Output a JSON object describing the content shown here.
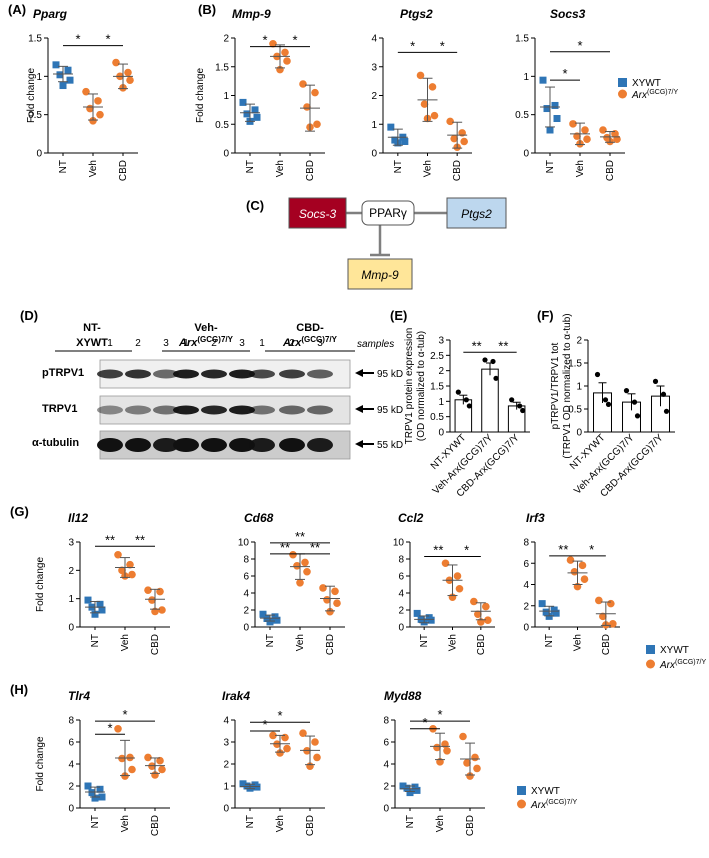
{
  "colors": {
    "wt": "#2e75b6",
    "arx": "#ed7d31",
    "socs3_box": "#a50021",
    "ptgs2_box": "#bdd7ee",
    "mmp9_box": "#ffe699",
    "arrow_gray": "#7f7f7f"
  },
  "legend": {
    "wt_label": "XYWT",
    "arx_label": "Arx",
    "arx_sup": "(GCG)7/Y"
  },
  "common": {
    "fold_change": "Fold change",
    "groups": [
      "NT",
      "Veh",
      "CBD"
    ],
    "star": "*",
    "double_star": "**"
  },
  "panels": {
    "A": {
      "label": "(A)"
    },
    "B": {
      "label": "(B)"
    },
    "C": {
      "label": "(C)"
    },
    "D": {
      "label": "(D)"
    },
    "E": {
      "label": "(E)"
    },
    "F": {
      "label": "(F)"
    },
    "G": {
      "label": "(G)"
    },
    "H": {
      "label": "(H)"
    }
  },
  "diagram": {
    "center": "PPARγ",
    "left": "Socs-3",
    "right": "Ptgs2",
    "bottom": "Mmp-9"
  },
  "blot": {
    "groups": [
      {
        "line1": "NT-",
        "line2": "XYWT"
      },
      {
        "line1": "Veh-",
        "line2": "Arx",
        "sup": "(GCG)7/Y"
      },
      {
        "line1": "CBD-",
        "line2": "Arx",
        "sup": "(GCG)7/Y"
      }
    ],
    "lane_numbers": [
      "1",
      "2",
      "3",
      "1",
      "2",
      "3",
      "1",
      "2",
      "3"
    ],
    "samples_label": "samples",
    "rows": [
      {
        "name": "pTRPV1",
        "size": "95 kD"
      },
      {
        "name": "TRPV1",
        "size": "95 kD"
      },
      {
        "name": "α-tubulin",
        "size": "55 kD"
      }
    ]
  },
  "chart_data": [
    {
      "id": "A",
      "type": "scatter",
      "title": "Pparg",
      "ylabel": "Fold change",
      "categories": [
        "NT",
        "Veh",
        "CBD"
      ],
      "ylim": [
        0,
        1.5
      ],
      "yticks": [
        0,
        0.5,
        1,
        1.5
      ],
      "tick_labels": [
        "0",
        "0.5",
        "1",
        "1.5"
      ],
      "groups": [
        {
          "points": [
            1.15,
            1.08,
            1.02,
            0.95,
            0.88
          ],
          "mean": 1.03,
          "sd": 0.1
        },
        {
          "points": [
            0.8,
            0.68,
            0.58,
            0.5,
            0.42
          ],
          "mean": 0.6,
          "sd": 0.17
        },
        {
          "points": [
            1.18,
            1.05,
            1.0,
            0.95,
            0.85
          ],
          "mean": 1.0,
          "sd": 0.16
        }
      ],
      "sig": [
        {
          "from": 0,
          "to": 1,
          "text": "*",
          "y": 1.4
        },
        {
          "from": 1,
          "to": 2,
          "text": "*",
          "y": 1.4
        }
      ]
    },
    {
      "id": "B1",
      "type": "scatter",
      "title": "Mmp-9",
      "ylabel": "Fold change",
      "categories": [
        "NT",
        "Veh",
        "CBD"
      ],
      "ylim": [
        0,
        2
      ],
      "yticks": [
        0,
        0.5,
        1,
        1.5,
        2
      ],
      "tick_labels": [
        "0",
        "0.5",
        "1",
        "1.5",
        "2"
      ],
      "groups": [
        {
          "points": [
            0.88,
            0.75,
            0.68,
            0.62,
            0.55
          ],
          "mean": 0.7,
          "sd": 0.15
        },
        {
          "points": [
            1.9,
            1.75,
            1.68,
            1.6,
            1.45
          ],
          "mean": 1.68,
          "sd": 0.2
        },
        {
          "points": [
            1.2,
            1.05,
            0.8,
            0.5,
            0.45
          ],
          "mean": 0.78,
          "sd": 0.4
        }
      ],
      "sig": [
        {
          "from": 0,
          "to": 1,
          "text": "*",
          "y": 1.85
        },
        {
          "from": 1,
          "to": 2,
          "text": "*",
          "y": 1.85
        }
      ]
    },
    {
      "id": "B2",
      "type": "scatter",
      "title": "Ptgs2",
      "ylabel": "",
      "categories": [
        "NT",
        "Veh",
        "CBD"
      ],
      "ylim": [
        0,
        4
      ],
      "yticks": [
        0,
        1,
        2,
        3,
        4
      ],
      "tick_labels": [
        "0",
        "1",
        "2",
        "3",
        "4"
      ],
      "groups": [
        {
          "points": [
            0.9,
            0.55,
            0.45,
            0.4,
            0.35
          ],
          "mean": 0.55,
          "sd": 0.28
        },
        {
          "points": [
            2.7,
            2.3,
            1.7,
            1.3,
            1.2
          ],
          "mean": 1.85,
          "sd": 0.75
        },
        {
          "points": [
            1.1,
            0.7,
            0.5,
            0.4,
            0.2
          ],
          "mean": 0.62,
          "sd": 0.45
        }
      ],
      "sig": [
        {
          "from": 0,
          "to": 1,
          "text": "*",
          "y": 3.5
        },
        {
          "from": 1,
          "to": 2,
          "text": "*",
          "y": 3.5
        }
      ]
    },
    {
      "id": "B3",
      "type": "scatter",
      "title": "Socs3",
      "ylabel": "",
      "categories": [
        "NT",
        "Veh",
        "CBD"
      ],
      "ylim": [
        0,
        1.5
      ],
      "yticks": [
        0,
        0.5,
        1,
        1.5
      ],
      "tick_labels": [
        "0",
        "0.5",
        "1",
        "1.5"
      ],
      "groups": [
        {
          "points": [
            0.95,
            0.62,
            0.58,
            0.45,
            0.3
          ],
          "mean": 0.6,
          "sd": 0.26
        },
        {
          "points": [
            0.38,
            0.3,
            0.22,
            0.18,
            0.12
          ],
          "mean": 0.25,
          "sd": 0.14
        },
        {
          "points": [
            0.3,
            0.25,
            0.2,
            0.18,
            0.15
          ],
          "mean": 0.21,
          "sd": 0.07
        }
      ],
      "sig": [
        {
          "from": 0,
          "to": 1,
          "text": "*",
          "y": 0.95
        },
        {
          "from": 0,
          "to": 2,
          "text": "*",
          "y": 1.32
        }
      ]
    },
    {
      "id": "E",
      "type": "bar",
      "ylabel_line1": "TRPV1 protein expression",
      "ylabel_line2": "(OD normalized to α-tub)",
      "categories": [
        "NT-XYWT",
        "Veh-Arx(GCG)7/Y",
        "CBD-Arx(GCG)7/Y"
      ],
      "ylim": [
        0,
        3
      ],
      "yticks": [
        0,
        0.5,
        1,
        1.5,
        2,
        2.5,
        3
      ],
      "tick_labels": [
        "0",
        "0.5",
        "1",
        "1.5",
        "2",
        "2.5",
        "3"
      ],
      "values": [
        1.05,
        2.05,
        0.85
      ],
      "errors": [
        0.15,
        0.2,
        0.12
      ],
      "points": [
        [
          1.3,
          1.05,
          0.85
        ],
        [
          2.35,
          2.3,
          1.75
        ],
        [
          1.05,
          0.85,
          0.7
        ]
      ],
      "sig": [
        {
          "from": 0,
          "to": 1,
          "text": "**",
          "y": 2.6
        },
        {
          "from": 1,
          "to": 2,
          "text": "**",
          "y": 2.6
        }
      ]
    },
    {
      "id": "F",
      "type": "bar",
      "ylabel_line1": "pTRPV1/TRPV1 tot",
      "ylabel_line2": "(TRPV1 OD normalized to α-tub)",
      "categories": [
        "NT-XYWT",
        "Veh-Arx(GCG)7/Y",
        "CBD-Arx(GCG)7/Y"
      ],
      "ylim": [
        0,
        2
      ],
      "yticks": [
        0,
        0.5,
        1,
        1.5,
        2
      ],
      "tick_labels": [
        "0",
        "0.5",
        "1",
        "1.5",
        "2"
      ],
      "values": [
        0.85,
        0.65,
        0.78
      ],
      "errors": [
        0.22,
        0.18,
        0.22
      ],
      "points": [
        [
          1.25,
          0.7,
          0.6
        ],
        [
          0.9,
          0.65,
          0.35
        ],
        [
          1.1,
          0.82,
          0.45
        ]
      ],
      "sig": []
    },
    {
      "id": "G1",
      "type": "scatter",
      "title": "Il12",
      "ylabel": "Fold change",
      "categories": [
        "NT",
        "Veh",
        "CBD"
      ],
      "ylim": [
        0,
        3
      ],
      "yticks": [
        0,
        1,
        2,
        3
      ],
      "tick_labels": [
        "0",
        "1",
        "2",
        "3"
      ],
      "groups": [
        {
          "points": [
            0.95,
            0.8,
            0.7,
            0.6,
            0.45
          ],
          "mean": 0.7,
          "sd": 0.2
        },
        {
          "points": [
            2.55,
            2.2,
            2.0,
            1.85,
            1.8
          ],
          "mean": 2.1,
          "sd": 0.35
        },
        {
          "points": [
            1.3,
            1.25,
            0.95,
            0.6,
            0.55
          ],
          "mean": 0.98,
          "sd": 0.35
        }
      ],
      "sig": [
        {
          "from": 0,
          "to": 1,
          "text": "**",
          "y": 2.85
        },
        {
          "from": 1,
          "to": 2,
          "text": "**",
          "y": 2.85
        }
      ]
    },
    {
      "id": "G2",
      "type": "scatter",
      "title": "Cd68",
      "ylabel": "",
      "categories": [
        "NT",
        "Veh",
        "CBD"
      ],
      "ylim": [
        0,
        10
      ],
      "yticks": [
        0,
        2,
        4,
        6,
        8,
        10
      ],
      "tick_labels": [
        "0",
        "2",
        "4",
        "6",
        "8",
        "10"
      ],
      "groups": [
        {
          "points": [
            1.5,
            1.2,
            1.0,
            0.8,
            0.6
          ],
          "mean": 1.05,
          "sd": 0.35
        },
        {
          "points": [
            8.5,
            7.6,
            7.2,
            6.5,
            5.2
          ],
          "mean": 7.1,
          "sd": 1.5
        },
        {
          "points": [
            4.6,
            4.2,
            3.2,
            2.8,
            1.8
          ],
          "mean": 3.35,
          "sd": 1.45
        }
      ],
      "sig": [
        {
          "from": 0,
          "to": 1,
          "text": "**",
          "y": 8.6
        },
        {
          "from": 1,
          "to": 2,
          "text": "**",
          "y": 8.6
        },
        {
          "from": 0,
          "to": 2,
          "text": "**",
          "y": 9.9
        }
      ]
    },
    {
      "id": "G3",
      "type": "scatter",
      "title": "Ccl2",
      "ylabel": "",
      "categories": [
        "NT",
        "Veh",
        "CBD"
      ],
      "ylim": [
        0,
        10
      ],
      "yticks": [
        0,
        2,
        4,
        6,
        8,
        10
      ],
      "tick_labels": [
        "0",
        "2",
        "4",
        "6",
        "8",
        "10"
      ],
      "groups": [
        {
          "points": [
            1.6,
            1.1,
            0.9,
            0.8,
            0.6
          ],
          "mean": 0.9,
          "sd": 0.4
        },
        {
          "points": [
            7.5,
            6.0,
            5.5,
            4.5,
            3.5
          ],
          "mean": 5.5,
          "sd": 1.8
        },
        {
          "points": [
            3.0,
            2.4,
            1.5,
            0.8,
            0.6
          ],
          "mean": 1.85,
          "sd": 1.0
        }
      ],
      "sig": [
        {
          "from": 0,
          "to": 1,
          "text": "**",
          "y": 8.3
        },
        {
          "from": 1,
          "to": 2,
          "text": "*",
          "y": 8.3
        }
      ]
    },
    {
      "id": "G4",
      "type": "scatter",
      "title": "Irf3",
      "ylabel": "",
      "categories": [
        "NT",
        "Veh",
        "CBD"
      ],
      "ylim": [
        0,
        8
      ],
      "yticks": [
        0,
        2,
        4,
        6,
        8
      ],
      "tick_labels": [
        "0",
        "2",
        "4",
        "6",
        "8"
      ],
      "groups": [
        {
          "points": [
            2.2,
            1.6,
            1.4,
            1.3,
            1.0
          ],
          "mean": 1.5,
          "sd": 0.45
        },
        {
          "points": [
            6.3,
            5.8,
            5.2,
            4.5,
            3.8
          ],
          "mean": 5.1,
          "sd": 1.1
        },
        {
          "points": [
            2.5,
            2.2,
            1.0,
            0.3,
            0.2
          ],
          "mean": 1.25,
          "sd": 1.1
        }
      ],
      "sig": [
        {
          "from": 0,
          "to": 1,
          "text": "**",
          "y": 6.7
        },
        {
          "from": 1,
          "to": 2,
          "text": "*",
          "y": 6.7
        }
      ]
    },
    {
      "id": "H1",
      "type": "scatter",
      "title": "Tlr4",
      "ylabel": "Fold change",
      "categories": [
        "NT",
        "Veh",
        "CBD"
      ],
      "ylim": [
        0,
        8
      ],
      "yticks": [
        0,
        2,
        4,
        6,
        8
      ],
      "tick_labels": [
        "0",
        "2",
        "4",
        "6",
        "8"
      ],
      "groups": [
        {
          "points": [
            2.0,
            1.7,
            1.4,
            1.0,
            0.9
          ],
          "mean": 1.45,
          "sd": 0.45
        },
        {
          "points": [
            7.2,
            4.6,
            4.5,
            3.5,
            2.9
          ],
          "mean": 4.55,
          "sd": 1.6
        },
        {
          "points": [
            4.6,
            4.3,
            3.8,
            3.5,
            3.0
          ],
          "mean": 3.85,
          "sd": 0.7
        }
      ],
      "sig": [
        {
          "from": 0,
          "to": 1,
          "text": "*",
          "y": 6.7
        },
        {
          "from": 0,
          "to": 2,
          "text": "*",
          "y": 7.9
        }
      ]
    },
    {
      "id": "H2",
      "type": "scatter",
      "title": "Irak4",
      "ylabel": "",
      "categories": [
        "NT",
        "Veh",
        "CBD"
      ],
      "ylim": [
        0,
        4
      ],
      "yticks": [
        0,
        1,
        2,
        3,
        4
      ],
      "tick_labels": [
        "0",
        "1",
        "2",
        "3",
        "4"
      ],
      "groups": [
        {
          "points": [
            1.1,
            1.05,
            1.0,
            0.95,
            0.9
          ],
          "mean": 0.98,
          "sd": 0.1
        },
        {
          "points": [
            3.3,
            3.2,
            2.9,
            2.7,
            2.5
          ],
          "mean": 2.92,
          "sd": 0.38
        },
        {
          "points": [
            3.4,
            3.0,
            2.6,
            2.3,
            1.9
          ],
          "mean": 2.62,
          "sd": 0.65
        }
      ],
      "sig": [
        {
          "from": 0,
          "to": 1,
          "text": "*",
          "y": 3.5
        },
        {
          "from": 0,
          "to": 2,
          "text": "*",
          "y": 3.9
        }
      ]
    },
    {
      "id": "H3",
      "type": "scatter",
      "title": "Myd88",
      "ylabel": "",
      "categories": [
        "NT",
        "Veh",
        "CBD"
      ],
      "ylim": [
        0,
        8
      ],
      "yticks": [
        0,
        2,
        4,
        6,
        8
      ],
      "tick_labels": [
        "0",
        "2",
        "4",
        "6",
        "8"
      ],
      "groups": [
        {
          "points": [
            2.0,
            1.9,
            1.8,
            1.6,
            1.4
          ],
          "mean": 1.75,
          "sd": 0.25
        },
        {
          "points": [
            7.2,
            5.8,
            5.5,
            5.2,
            4.2
          ],
          "mean": 5.6,
          "sd": 1.2
        },
        {
          "points": [
            6.5,
            4.6,
            4.1,
            3.6,
            2.9
          ],
          "mean": 4.45,
          "sd": 1.45
        }
      ],
      "sig": [
        {
          "from": 0,
          "to": 1,
          "text": "*",
          "y": 7.2
        },
        {
          "from": 0,
          "to": 2,
          "text": "*",
          "y": 7.9
        }
      ]
    }
  ]
}
